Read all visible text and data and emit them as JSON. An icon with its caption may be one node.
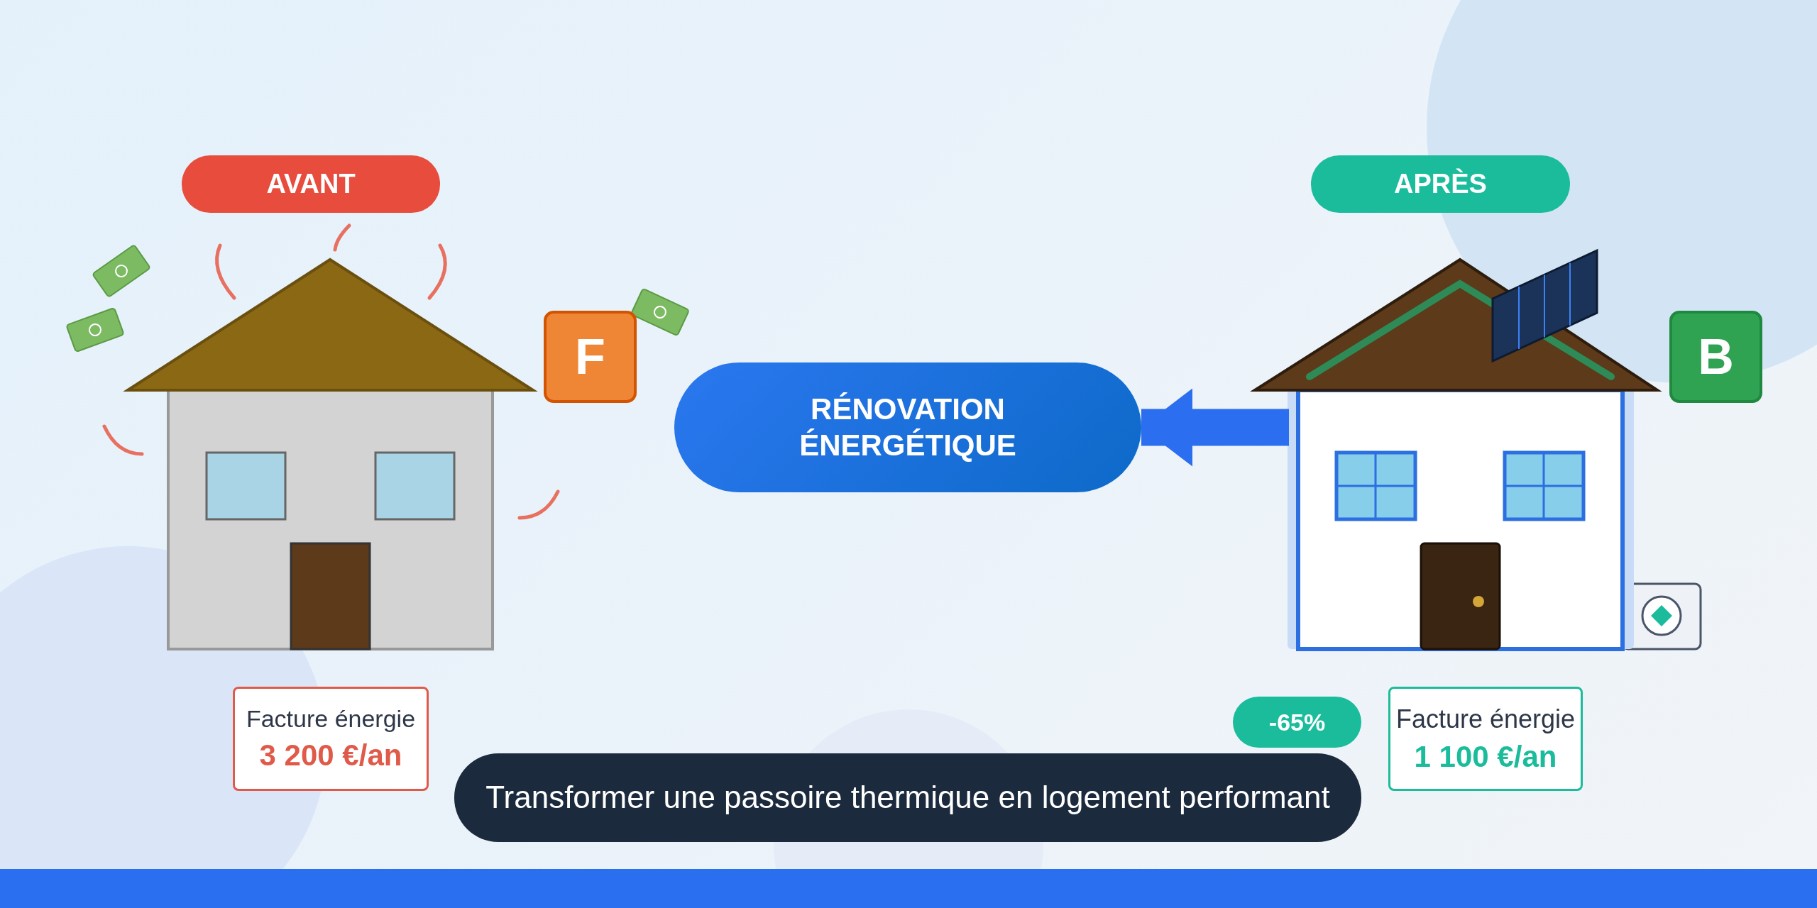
{
  "diagram": {
    "nodes": [
      {
        "text": [
          "AVANT"
        ]
      },
      {
        "text": [],
        "shape": "picture"
      },
      {
        "text": [
          "F"
        ]
      },
      {
        "text": [
          "Facture énergie",
          "3 200 €/an"
        ]
      },
      {
        "text": [
          "RÉNOVATION ÉNERGÉTIQUE"
        ]
      },
      {
        "text": [
          "APRÈS"
        ]
      },
      {
        "text": [],
        "shape": "picture"
      },
      {
        "text": [
          "B"
        ]
      },
      {
        "text": [
          "Facture énergie",
          "1 100 €/an"
        ]
      },
      {
        "text": [
          "-65%"
        ]
      },
      {
        "text": [
          "Transformer une passoire thermique en logement performant"
        ]
      }
    ],
    "edges": [
      {
        "from": 6,
        "to": 4,
        "arrow": "to"
      }
    ]
  }
}
